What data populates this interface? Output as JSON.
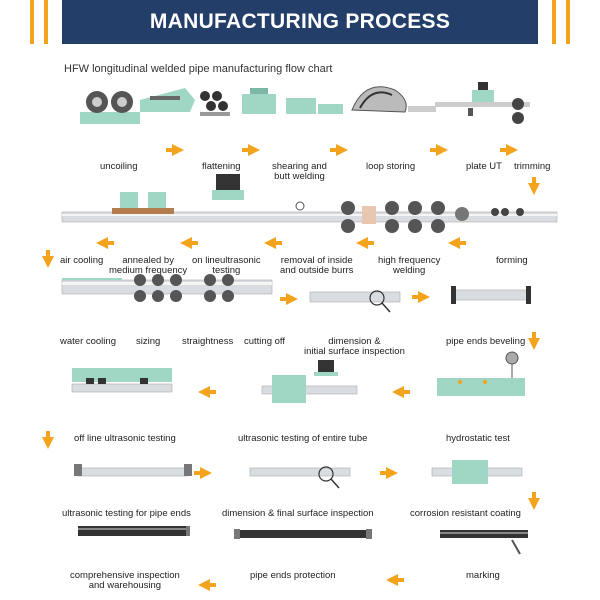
{
  "header": {
    "title": "MANUFACTURING PROCESS"
  },
  "subtitle": "HFW longitudinal welded pipe manufacturing flow chart",
  "colors": {
    "header_bg": "#233e68",
    "accent": "#f4a31d",
    "machine": "#9fd6c4",
    "pipe": "#d9dde1"
  },
  "steps": {
    "uncoiling": "uncoiling",
    "flattening": "flattening",
    "shearing_1": "shearing and",
    "shearing_2": "butt welding",
    "loop_storing": "loop storing",
    "plate_ut": "plate UT",
    "trimming": "trimming",
    "air_cooling": "air cooling",
    "annealed_1": "annealed by",
    "annealed_2": "medium frequency",
    "online_ut_1": "on lineultrasonic",
    "online_ut_2": "testing",
    "removal_1": "removal of inside",
    "removal_2": "and outside burrs",
    "hf_welding_1": "high frequency",
    "hf_welding_2": "welding",
    "forming": "forming",
    "water_cooling": "water cooling",
    "sizing": "sizing",
    "straightness": "straightness",
    "cutting_off": "cutting off",
    "dim_initial_1": "dimension &",
    "dim_initial_2": "initial surface inspection",
    "pipe_ends_beveling": "pipe ends beveling",
    "offline_ut": "off line ultrasonic testing",
    "ut_entire_tube": "ultrasonic testing of entire tube",
    "hydrostatic": "hydrostatic test",
    "ut_pipe_ends": "ultrasonic testing for pipe ends",
    "dim_final": "dimension & final surface inspection",
    "coating": "corrosion resistant coating",
    "comp_1": "comprehensive inspection",
    "comp_2": "and warehousing",
    "ends_protection": "pipe ends protection",
    "marking": "marking"
  }
}
